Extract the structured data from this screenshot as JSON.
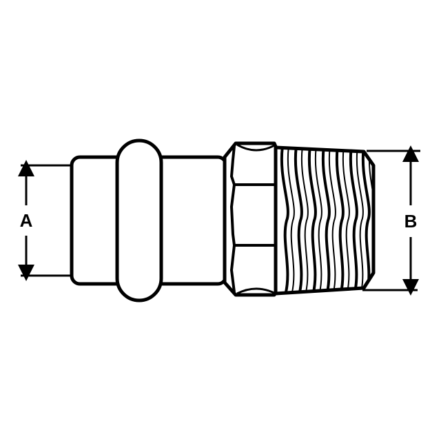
{
  "diagram": {
    "dimensions": [
      {
        "id": "A",
        "label": "A"
      },
      {
        "id": "B",
        "label": "B"
      }
    ],
    "colors": {
      "stroke": "#000000",
      "fill": "#ffffff"
    }
  }
}
